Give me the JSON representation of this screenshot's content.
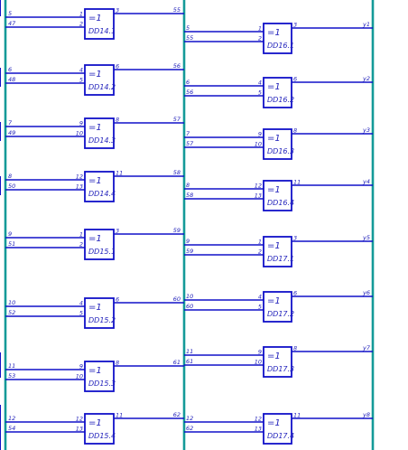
{
  "colors": {
    "wire": "#1010c8",
    "bus": "#149a98",
    "text": "#2222bb"
  },
  "gate_symbol": "=1",
  "left_column": [
    {
      "label": "DD14.1",
      "pin_in1": "1",
      "pin_in2": "2",
      "pin_out": "3",
      "in1": "5",
      "in2": "47",
      "out": "55"
    },
    {
      "label": "DD14.2",
      "pin_in1": "4",
      "pin_in2": "5",
      "pin_out": "6",
      "in1": "6",
      "in2": "48",
      "out": "56"
    },
    {
      "label": "DD14.3",
      "pin_in1": "9",
      "pin_in2": "10",
      "pin_out": "8",
      "in1": "7",
      "in2": "49",
      "out": "57"
    },
    {
      "label": "DD14.4",
      "pin_in1": "12",
      "pin_in2": "13",
      "pin_out": "11",
      "in1": "8",
      "in2": "50",
      "out": "58"
    },
    {
      "label": "DD15.1",
      "pin_in1": "1",
      "pin_in2": "2",
      "pin_out": "3",
      "in1": "9",
      "in2": "51",
      "out": "59"
    },
    {
      "label": "DD15.2",
      "pin_in1": "4",
      "pin_in2": "5",
      "pin_out": "6",
      "in1": "10",
      "in2": "52",
      "out": "60"
    },
    {
      "label": "DD15.3",
      "pin_in1": "9",
      "pin_in2": "10",
      "pin_out": "8",
      "in1": "11",
      "in2": "53",
      "out": "61"
    },
    {
      "label": "DD15.4",
      "pin_in1": "12",
      "pin_in2": "13",
      "pin_out": "11",
      "in1": "12",
      "in2": "54",
      "out": "62"
    }
  ],
  "right_column": [
    {
      "label": "DD16.1",
      "pin_in1": "1",
      "pin_in2": "2",
      "pin_out": "3",
      "in1": "5",
      "in2": "55",
      "out": "y1"
    },
    {
      "label": "DD16.2",
      "pin_in1": "4",
      "pin_in2": "5",
      "pin_out": "6",
      "in1": "6",
      "in2": "56",
      "out": "y2"
    },
    {
      "label": "DD16.3",
      "pin_in1": "9",
      "pin_in2": "10",
      "pin_out": "8",
      "in1": "7",
      "in2": "57",
      "out": "y3"
    },
    {
      "label": "DD16.4",
      "pin_in1": "12",
      "pin_in2": "13",
      "pin_out": "11",
      "in1": "8",
      "in2": "58",
      "out": "y4"
    },
    {
      "label": "DD17.1",
      "pin_in1": "1",
      "pin_in2": "2",
      "pin_out": "3",
      "in1": "9",
      "in2": "59",
      "out": "y5"
    },
    {
      "label": "DD17.2",
      "pin_in1": "4",
      "pin_in2": "5",
      "pin_out": "6",
      "in1": "10",
      "in2": "60",
      "out": "y6"
    },
    {
      "label": "DD17.3",
      "pin_in1": "9",
      "pin_in2": "10",
      "pin_out": "8",
      "in1": "11",
      "in2": "61",
      "out": "y7"
    },
    {
      "label": "DD17.4",
      "pin_in1": "12",
      "pin_in2": "13",
      "pin_out": "11",
      "in1": "12",
      "in2": "62",
      "out": "y8"
    }
  ]
}
